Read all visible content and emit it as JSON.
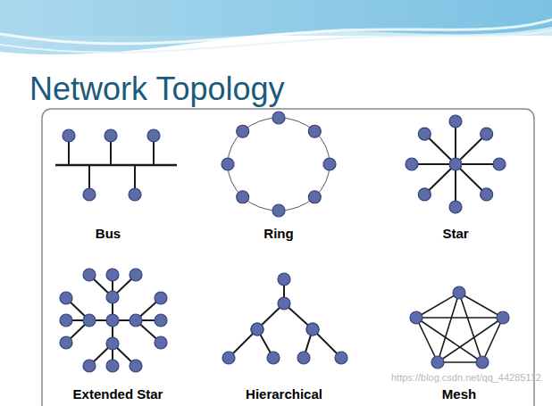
{
  "diagram": {
    "title": "Network Topology",
    "labels": [
      "Bus",
      "Ring",
      "Star",
      "Extended Star",
      "Hierarchical",
      "Mesh",
      "https://blog.csdn.net/qq_44285112"
    ]
  }
}
